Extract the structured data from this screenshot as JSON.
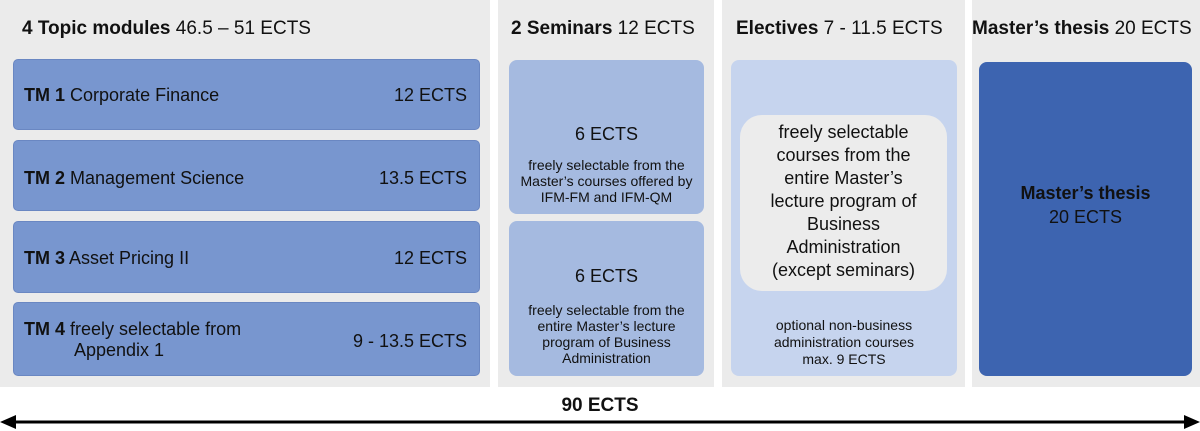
{
  "topic_modules": {
    "heading_bold": "4 Topic modules",
    "heading_rest": " 46.5 – 51 ECTS",
    "items": [
      {
        "code": "TM 1",
        "name": "Corporate Finance",
        "ects": "12 ECTS"
      },
      {
        "code": "TM 2",
        "name": "Management Science",
        "ects": "13.5 ECTS"
      },
      {
        "code": "TM 3",
        "name": "Asset Pricing II",
        "ects": "12 ECTS"
      },
      {
        "code": "TM 4",
        "name_line1": "freely selectable from",
        "name_line2": "Appendix 1",
        "ects": "9 - 13.5 ECTS"
      }
    ]
  },
  "seminars": {
    "heading_bold": "2 Seminars",
    "heading_rest": " 12 ECTS",
    "items": [
      {
        "ects": "6 ECTS",
        "desc_lines": [
          "freely selectable from the",
          "Master’s courses offered by",
          "IFM-FM and IFM-QM"
        ]
      },
      {
        "ects": "6 ECTS",
        "desc_lines": [
          "freely selectable from the",
          "entire Master’s lecture",
          "program of Business",
          "Administration"
        ]
      }
    ]
  },
  "electives": {
    "heading_bold": "Electives",
    "heading_rest": " 7 - 11.5 ECTS",
    "inner_lines": [
      "freely selectable",
      "courses from the",
      "entire Master’s",
      "lecture program of",
      "Business",
      "Administration",
      "(except seminars)"
    ],
    "note_lines": [
      "optional non-business",
      "administration courses",
      "max. 9 ECTS"
    ]
  },
  "thesis": {
    "heading_bold": "Master’s thesis",
    "heading_rest": " 20 ECTS",
    "box_title": "Master’s thesis",
    "box_ects": "20 ECTS"
  },
  "total": {
    "label": "90 ECTS"
  },
  "colors": {
    "column_bg": "#ebebeb",
    "topic_module_box": "#7896cf",
    "seminar_box": "#a5bae0",
    "elective_box": "#c6d4ee",
    "thesis_box": "#3d64b0"
  }
}
